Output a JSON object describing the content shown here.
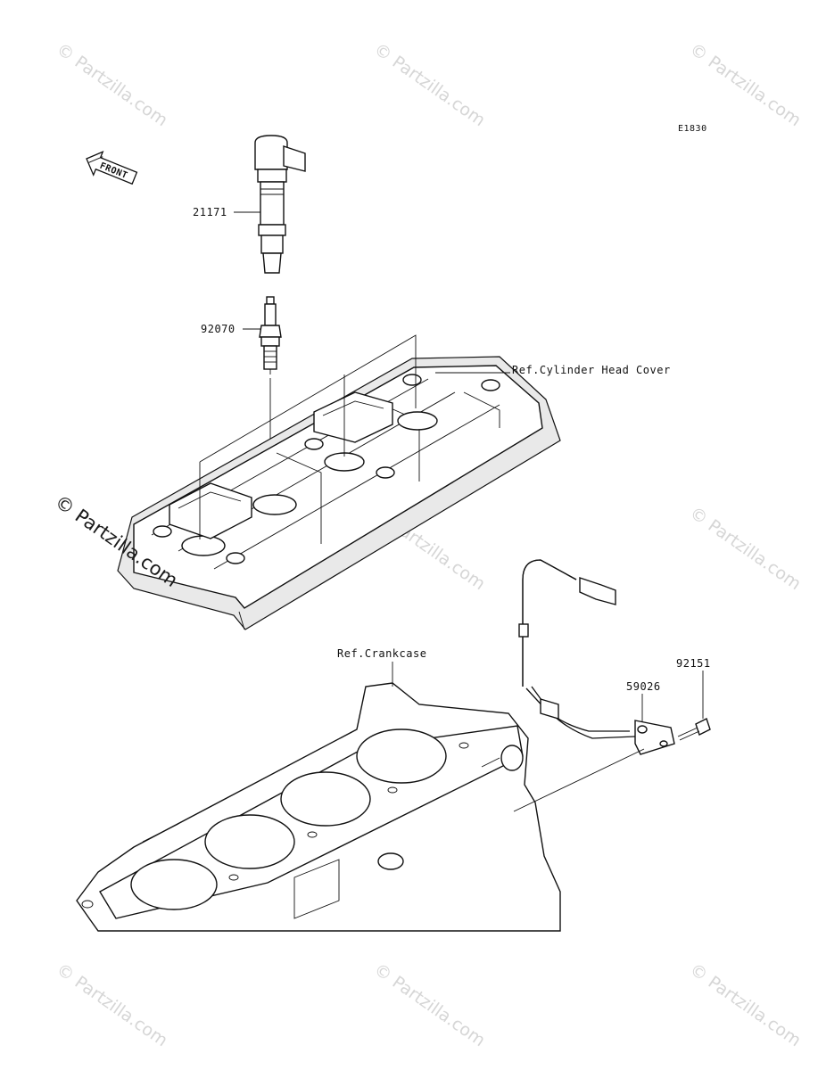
{
  "diagram_code": "E1830",
  "front_label": "FRONT",
  "parts": [
    {
      "number": "21171"
    },
    {
      "number": "92070"
    },
    {
      "number": "92151"
    },
    {
      "number": "59026"
    }
  ],
  "references": {
    "cylinder_head_cover": "Ref.Cylinder Head Cover",
    "crankcase": "Ref.Crankcase"
  },
  "watermark": {
    "faint": "© Partzilla.com",
    "bold": "© Partzilla.com"
  }
}
